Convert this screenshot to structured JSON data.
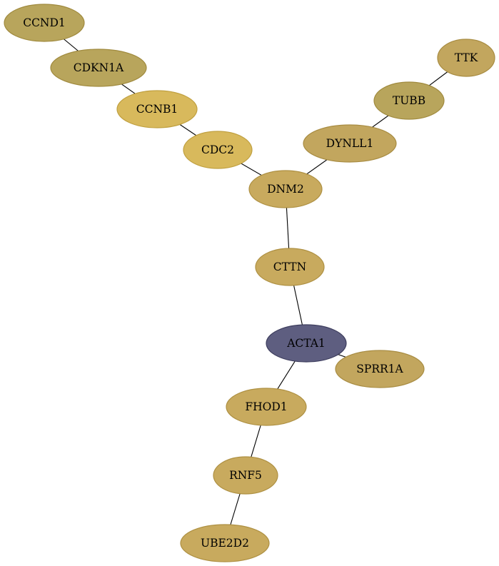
{
  "graph": {
    "nodes": [
      {
        "id": "CCND1",
        "label": "CCND1",
        "fill": "#b8a55c",
        "stroke": "#a08a3e"
      },
      {
        "id": "CDKN1A",
        "label": "CDKN1A",
        "fill": "#b8a55c",
        "stroke": "#a08a3e"
      },
      {
        "id": "CCNB1",
        "label": "CCNB1",
        "fill": "#d8b95c",
        "stroke": "#c0a040"
      },
      {
        "id": "CDC2",
        "label": "CDC2",
        "fill": "#d8b95c",
        "stroke": "#c0a040"
      },
      {
        "id": "TTK",
        "label": "TTK",
        "fill": "#c2a65e",
        "stroke": "#a88c42"
      },
      {
        "id": "TUBB",
        "label": "TUBB",
        "fill": "#b8a55c",
        "stroke": "#a08a3e"
      },
      {
        "id": "DYNLL1",
        "label": "DYNLL1",
        "fill": "#c2a65e",
        "stroke": "#a88c42"
      },
      {
        "id": "DNM2",
        "label": "DNM2",
        "fill": "#c8aa5e",
        "stroke": "#ae9042"
      },
      {
        "id": "CTTN",
        "label": "CTTN",
        "fill": "#c8aa5e",
        "stroke": "#ae9042"
      },
      {
        "id": "ACTA1",
        "label": "ACTA1",
        "fill": "#5e5e80",
        "stroke": "#3e3e5e"
      },
      {
        "id": "SPRR1A",
        "label": "SPRR1A",
        "fill": "#c2a65e",
        "stroke": "#a88c42"
      },
      {
        "id": "FHOD1",
        "label": "FHOD1",
        "fill": "#c8aa5e",
        "stroke": "#ae9042"
      },
      {
        "id": "RNF5",
        "label": "RNF5",
        "fill": "#c8aa5e",
        "stroke": "#ae9042"
      },
      {
        "id": "UBE2D2",
        "label": "UBE2D2",
        "fill": "#c8aa5e",
        "stroke": "#ae9042"
      }
    ],
    "edges": [
      [
        "CCND1",
        "CDKN1A"
      ],
      [
        "CDKN1A",
        "CCNB1"
      ],
      [
        "CCNB1",
        "CDC2"
      ],
      [
        "CDC2",
        "DNM2"
      ],
      [
        "TTK",
        "TUBB"
      ],
      [
        "TUBB",
        "DYNLL1"
      ],
      [
        "DYNLL1",
        "DNM2"
      ],
      [
        "DNM2",
        "CTTN"
      ],
      [
        "CTTN",
        "ACTA1"
      ],
      [
        "ACTA1",
        "SPRR1A"
      ],
      [
        "ACTA1",
        "FHOD1"
      ],
      [
        "FHOD1",
        "RNF5"
      ],
      [
        "RNF5",
        "UBE2D2"
      ]
    ]
  }
}
